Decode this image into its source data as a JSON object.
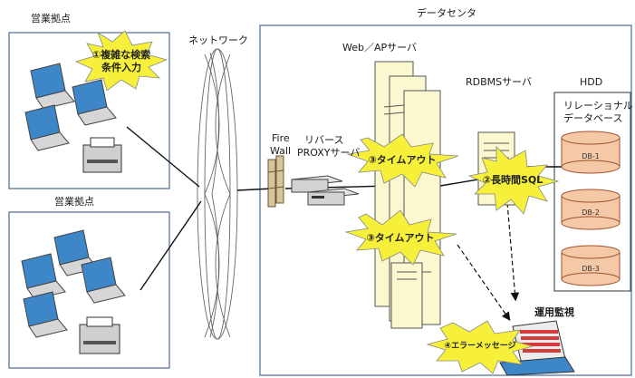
{
  "labels": {
    "branch_top": "営業拠点",
    "branch_bottom": "営業拠点",
    "network": "ネットワーク",
    "datacenter": "データセンタ",
    "web_ap": "Web／APサーバ",
    "rdbms": "RDBMSサーバ",
    "hdd": "HDD",
    "firewall_1": "Fire",
    "firewall_2": "Wall",
    "proxy_1": "リバース",
    "proxy_2": "PROXYサーバ",
    "rdb_1": "リレーショナル",
    "rdb_2": "データベース",
    "ops": "運用監視"
  },
  "databases": [
    "DB-1",
    "DB-2",
    "DB-3"
  ],
  "callouts": {
    "c1_line1": "①複雑な検索",
    "c1_line2": "条件入力",
    "c2": "②長時間SQL",
    "c3a": "③タイムアウト",
    "c3b": "③タイムアウト",
    "c4": "④エラーメッセージ"
  },
  "colors": {
    "burst": "#f6f03a",
    "db_fill": "#f5c9a7",
    "server_fill": "#fbf7cf",
    "laptop_screen": "#3d86c8",
    "monitor_bar": "#d63a3a"
  }
}
